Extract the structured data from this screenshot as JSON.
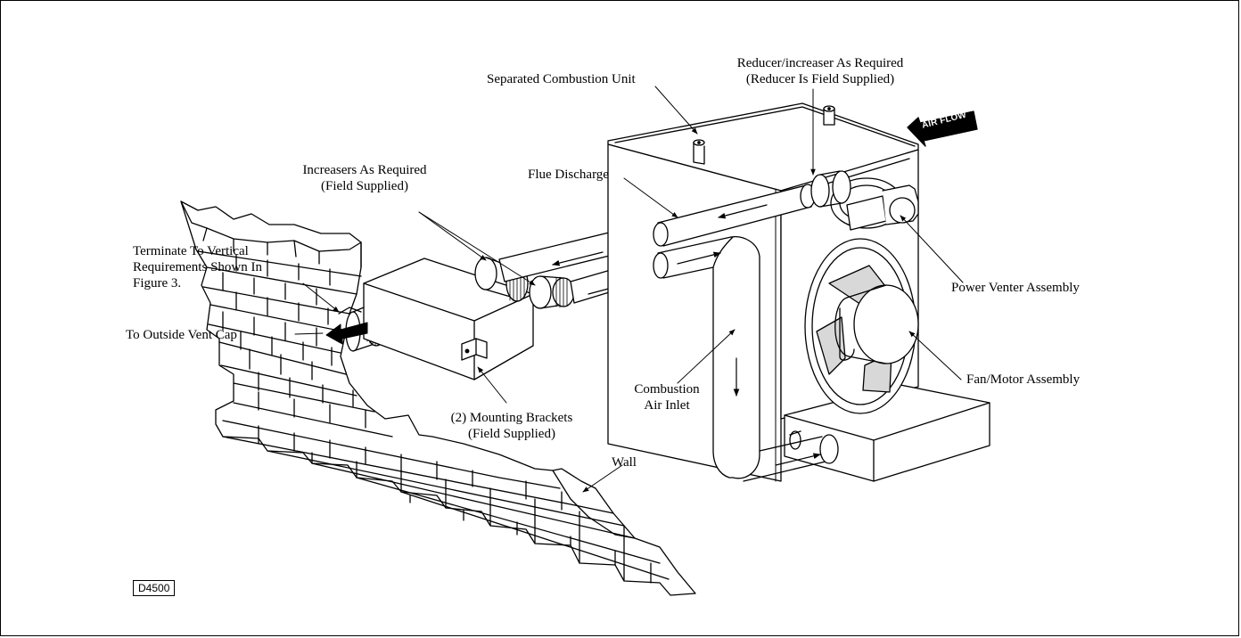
{
  "labels": {
    "separated_combustion_unit": "Separated Combustion Unit",
    "reducer_line1": "Reducer/increaser As Required",
    "reducer_line2": "(Reducer Is Field Supplied)",
    "increasers_line1": "Increasers As Required",
    "increasers_line2": "(Field Supplied)",
    "flue_discharge": "Flue Discharge",
    "terminate_line1": "Terminate To Vertical",
    "terminate_line2": "Requirements Shown In",
    "terminate_line3": "Figure 3.",
    "to_outside_vent_cap": "To Outside Vent Cap",
    "power_venter_assembly": "Power Venter Assembly",
    "combustion_line1": "Combustion",
    "combustion_line2": "Air Inlet",
    "fan_motor_assembly": "Fan/Motor Assembly",
    "mounting_line1": "(2) Mounting Brackets",
    "mounting_line2": "(Field Supplied)",
    "wall": "Wall",
    "air_flow": "AIR FLOW",
    "drawing_id": "D4500"
  }
}
